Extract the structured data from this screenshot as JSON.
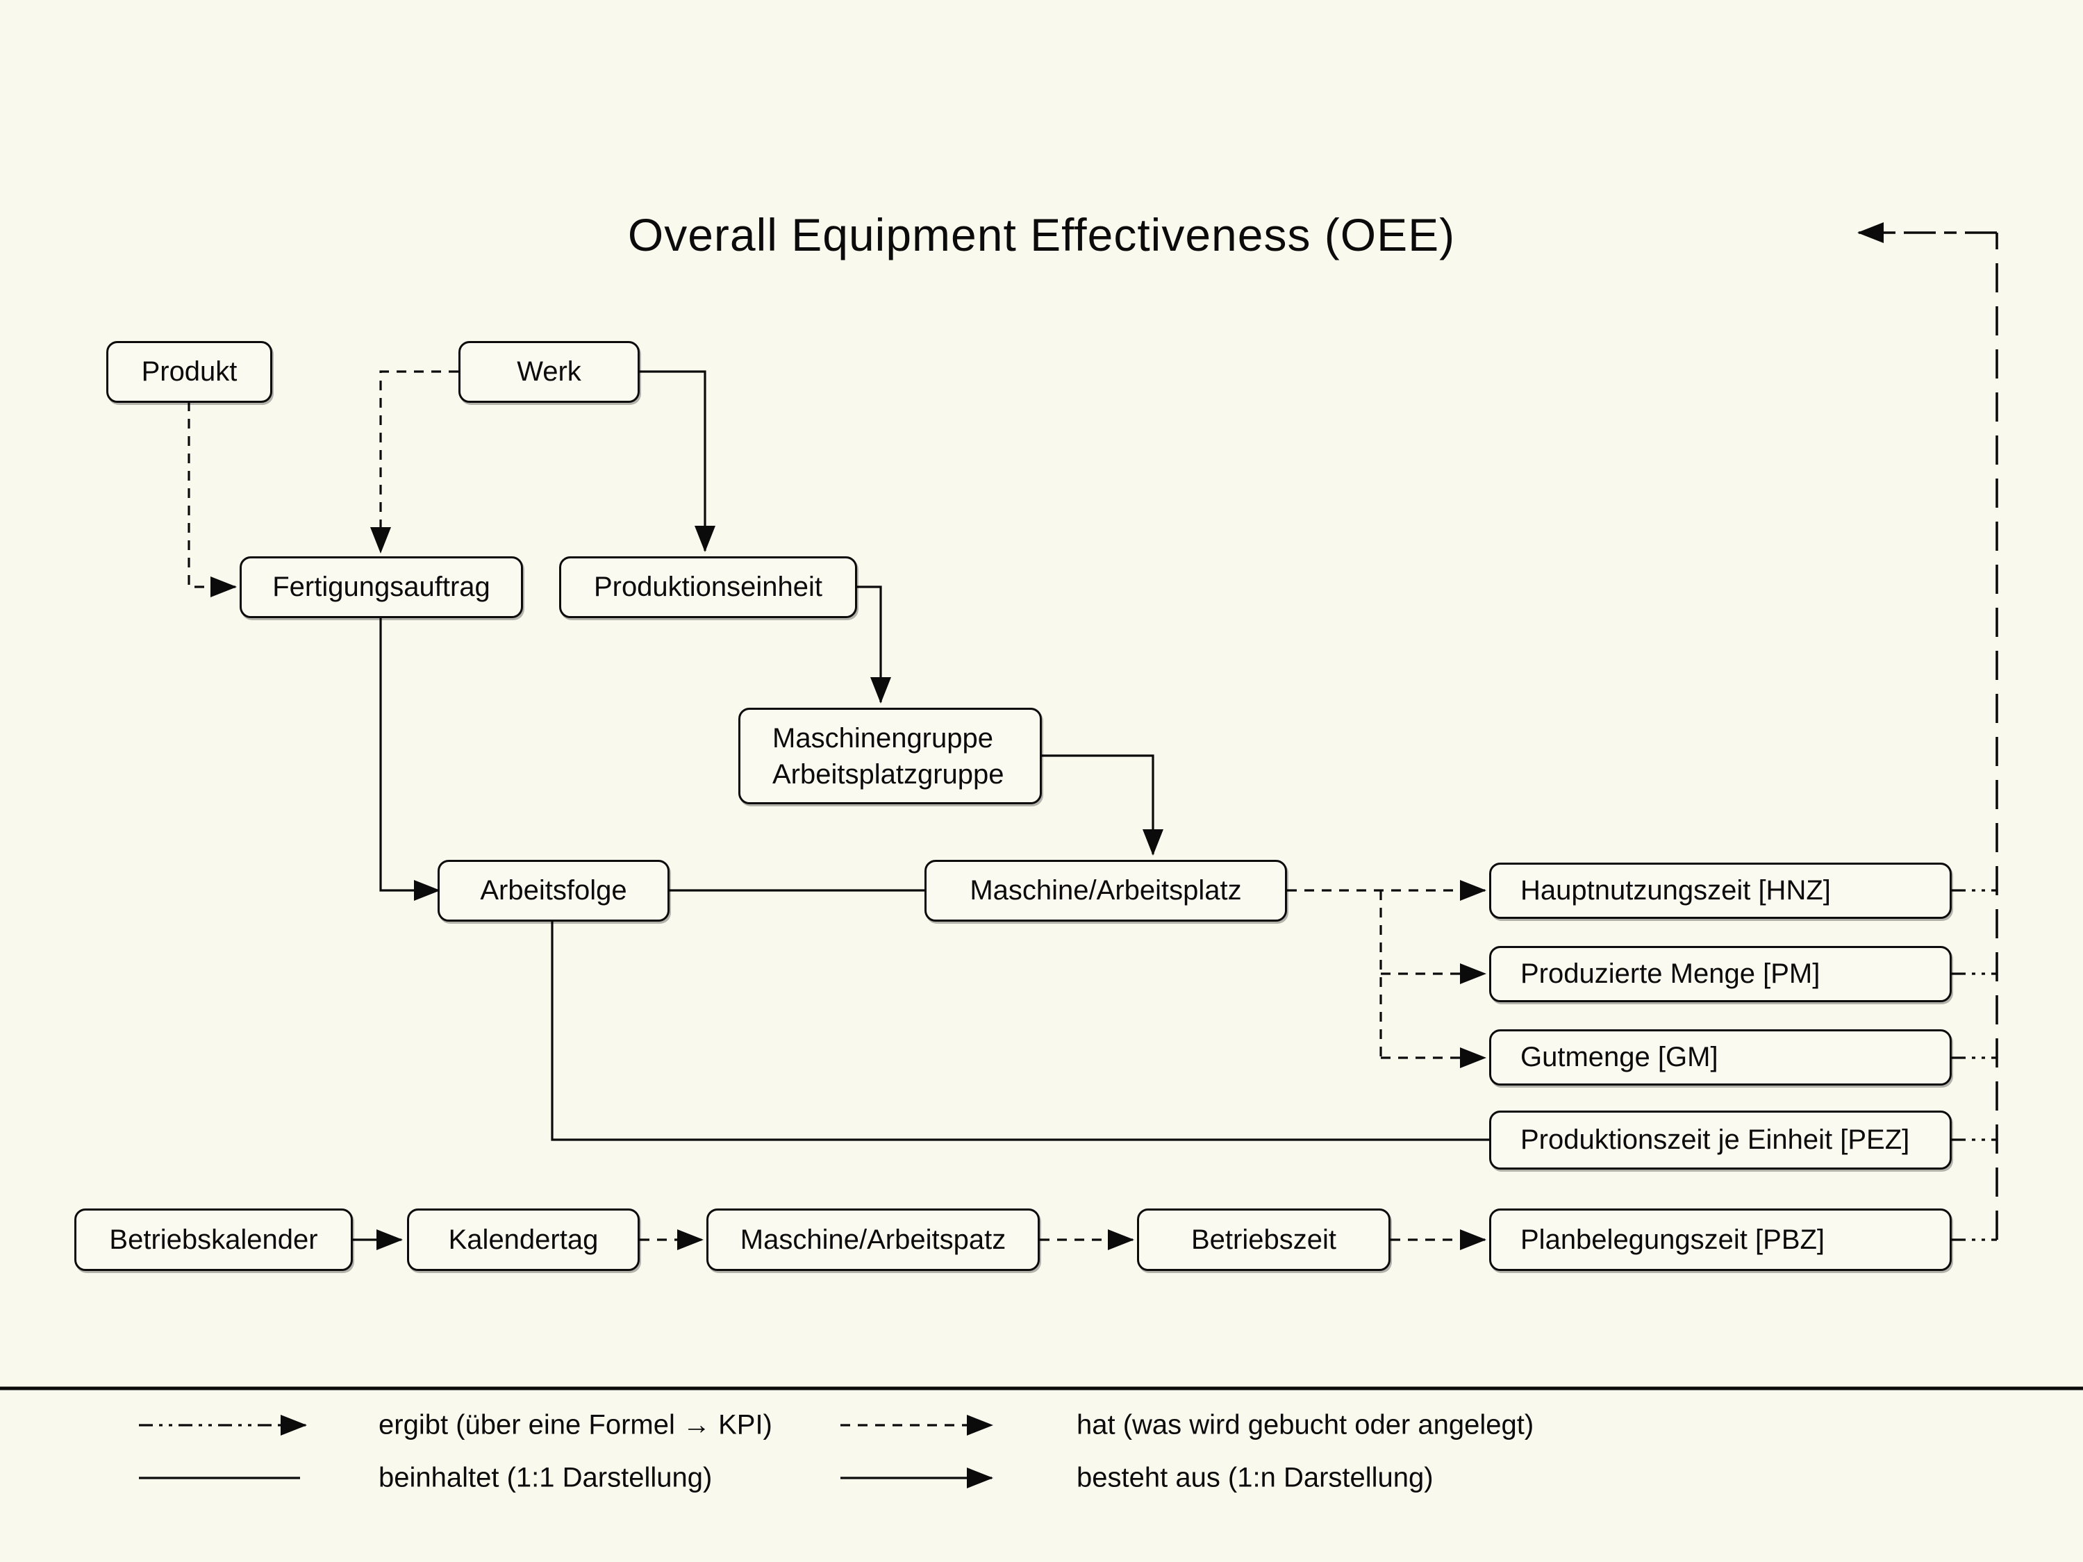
{
  "title": "Overall Equipment Effectiveness (OEE)",
  "nodes": {
    "produkt": {
      "label": "Produkt"
    },
    "werk": {
      "label": "Werk"
    },
    "fertigungsauftrag": {
      "label": "Fertigungsauftrag"
    },
    "produktionseinheit": {
      "label": "Produktionseinheit"
    },
    "maschinengruppe": {
      "label_line1": "Maschinengruppe",
      "label_line2": "Arbeitsplatzgruppe"
    },
    "arbeitsfolge": {
      "label": "Arbeitsfolge"
    },
    "maschine_arbeitsplatz": {
      "label": "Maschine/Arbeitsplatz"
    },
    "hauptnutzungszeit": {
      "label": "Hauptnutzungszeit [HNZ]"
    },
    "produzierte_menge": {
      "label": "Produzierte Menge [PM]"
    },
    "gutmenge": {
      "label": "Gutmenge [GM]"
    },
    "produktionszeit_je_einheit": {
      "label": "Produktionszeit je Einheit [PEZ]"
    },
    "betriebskalender": {
      "label": "Betriebskalender"
    },
    "kalendertag": {
      "label": "Kalendertag"
    },
    "maschine_arbeitspatz": {
      "label": "Maschine/Arbeitspatz"
    },
    "betriebszeit": {
      "label": "Betriebszeit"
    },
    "planbelegungszeit": {
      "label": "Planbelegungszeit [PBZ]"
    }
  },
  "legend": {
    "items": [
      {
        "style": "dash-dot-dot-arrow",
        "label": "ergibt (über eine Formel → KPI)"
      },
      {
        "style": "dashed-arrow",
        "label": "hat (was wird gebucht oder angelegt)"
      },
      {
        "style": "solid-line",
        "label": "beinhaltet (1:1 Darstellung)"
      },
      {
        "style": "solid-arrow",
        "label": "besteht aus (1:n Darstellung)"
      }
    ]
  },
  "colors": {
    "background": "#FAF9EE",
    "box_fill": "#FBFAF0",
    "line": "#0B0B0B",
    "text": "#0B0B0B"
  }
}
